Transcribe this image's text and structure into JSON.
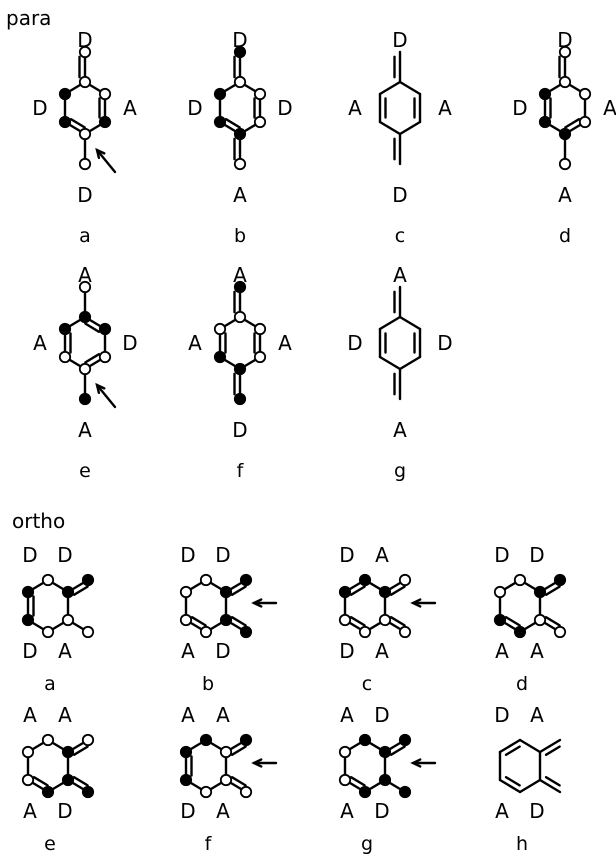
{
  "sections": {
    "para": {
      "title": "para",
      "molecules": [
        {
          "id": "a",
          "caption": "a",
          "top": "D",
          "left": "D",
          "right": "A",
          "bottom": "D",
          "arrow": "bottom-right",
          "style": "dots",
          "atoms": [
            "open",
            "open",
            "filled",
            "open",
            "filled",
            "filled",
            "open",
            "open"
          ],
          "double_bonds": [
            [
              6,
              0
            ],
            [
              1,
              2
            ],
            [
              3,
              4
            ]
          ]
        },
        {
          "id": "b",
          "caption": "b",
          "top": "D",
          "left": "D",
          "right": "D",
          "bottom": "A",
          "style": "dots",
          "atoms": [
            "open",
            "open",
            "open",
            "filled",
            "filled",
            "filled",
            "filled",
            "open"
          ],
          "double_bonds": [
            [
              6,
              0
            ],
            [
              1,
              2
            ],
            [
              3,
              4
            ],
            [
              7,
              3
            ]
          ]
        },
        {
          "id": "c",
          "caption": "c",
          "top": "D",
          "left": "A",
          "right": "A",
          "bottom": "D",
          "style": "plain",
          "double_bonds": [
            [
              6,
              0
            ],
            [
              1,
              2
            ],
            [
              4,
              5
            ],
            [
              3,
              7
            ]
          ]
        },
        {
          "id": "d",
          "caption": "d",
          "top": "D",
          "left": "D",
          "right": "A",
          "bottom": "A",
          "style": "dots",
          "atoms": [
            "open",
            "open",
            "open",
            "filled",
            "filled",
            "filled",
            "open",
            "open"
          ],
          "double_bonds": [
            [
              6,
              0
            ],
            [
              2,
              3
            ],
            [
              4,
              5
            ]
          ]
        },
        {
          "id": "e",
          "caption": "e",
          "top": "A",
          "left": "A",
          "right": "D",
          "bottom": "A",
          "arrow": "bottom-right",
          "style": "dots",
          "atoms": [
            "filled",
            "filled",
            "open",
            "open",
            "open",
            "filled",
            "open",
            "filled"
          ],
          "double_bonds": [
            [
              0,
              1
            ],
            [
              2,
              3
            ],
            [
              4,
              5
            ]
          ]
        },
        {
          "id": "f",
          "caption": "f",
          "top": "A",
          "left": "A",
          "right": "A",
          "bottom": "D",
          "style": "dots",
          "atoms": [
            "open",
            "open",
            "open",
            "filled",
            "filled",
            "open",
            "filled",
            "filled"
          ],
          "double_bonds": [
            [
              6,
              0
            ],
            [
              1,
              2
            ],
            [
              4,
              5
            ],
            [
              7,
              3
            ]
          ]
        },
        {
          "id": "g",
          "caption": "g",
          "top": "A",
          "left": "D",
          "right": "D",
          "bottom": "A",
          "style": "plain",
          "double_bonds": [
            [
              6,
              0
            ],
            [
              1,
              2
            ],
            [
              4,
              5
            ],
            [
              3,
              7
            ]
          ]
        }
      ]
    },
    "ortho": {
      "title": "ortho",
      "molecules": [
        {
          "id": "a",
          "caption": "a",
          "top_left": "D",
          "top_right": "D",
          "bottom_left": "D",
          "bottom_right": "A",
          "style": "dots",
          "atoms": [
            "open",
            "filled",
            "open",
            "open",
            "filled",
            "filled",
            "filled",
            "open"
          ],
          "double_bonds": [
            [
              1,
              6
            ],
            [
              4,
              5
            ]
          ]
        },
        {
          "id": "b",
          "caption": "b",
          "top_left": "D",
          "top_right": "D",
          "bottom_left": "A",
          "bottom_right": "D",
          "arrow": "right",
          "style": "dots",
          "atoms": [
            "open",
            "filled",
            "filled",
            "open",
            "open",
            "open",
            "filled",
            "filled"
          ],
          "double_bonds": [
            [
              1,
              6
            ],
            [
              2,
              7
            ],
            [
              3,
              4
            ]
          ]
        },
        {
          "id": "c",
          "caption": "c",
          "top_left": "D",
          "top_right": "A",
          "bottom_left": "D",
          "bottom_right": "A",
          "arrow": "right",
          "style": "dots",
          "atoms": [
            "filled",
            "filled",
            "open",
            "open",
            "open",
            "filled",
            "open",
            "open"
          ],
          "double_bonds": [
            [
              1,
              6
            ],
            [
              2,
              7
            ],
            [
              3,
              4
            ],
            [
              5,
              0
            ]
          ]
        },
        {
          "id": "d",
          "caption": "d",
          "top_left": "D",
          "top_right": "D",
          "bottom_left": "A",
          "bottom_right": "A",
          "style": "dots",
          "atoms": [
            "open",
            "filled",
            "open",
            "filled",
            "filled",
            "open",
            "filled",
            "open"
          ],
          "double_bonds": [
            [
              1,
              6
            ],
            [
              2,
              7
            ],
            [
              3,
              4
            ]
          ]
        },
        {
          "id": "e",
          "caption": "e",
          "top_left": "A",
          "top_right": "A",
          "bottom_left": "A",
          "bottom_right": "D",
          "style": "dots",
          "atoms": [
            "open",
            "filled",
            "filled",
            "filled",
            "open",
            "open",
            "open",
            "filled"
          ],
          "double_bonds": [
            [
              1,
              6
            ],
            [
              2,
              7
            ],
            [
              3,
              4
            ]
          ]
        },
        {
          "id": "f",
          "caption": "f",
          "top_left": "A",
          "top_right": "A",
          "bottom_left": "D",
          "bottom_right": "A",
          "arrow": "right",
          "style": "dots",
          "atoms": [
            "filled",
            "open",
            "open",
            "open",
            "filled",
            "filled",
            "filled",
            "open"
          ],
          "double_bonds": [
            [
              1,
              6
            ],
            [
              2,
              7
            ],
            [
              4,
              5
            ]
          ]
        },
        {
          "id": "g",
          "caption": "g",
          "top_left": "A",
          "top_right": "D",
          "bottom_left": "A",
          "bottom_right": "D",
          "arrow": "right",
          "style": "dots",
          "atoms": [
            "filled",
            "filled",
            "filled",
            "filled",
            "open",
            "open",
            "filled",
            "filled"
          ],
          "double_bonds": [
            [
              1,
              6
            ],
            [
              3,
              4
            ]
          ]
        },
        {
          "id": "h",
          "caption": "h",
          "top_left": "D",
          "top_right": "A",
          "bottom_left": "A",
          "bottom_right": "D",
          "style": "plain",
          "double_bonds": [
            [
              1,
              6
            ],
            [
              2,
              7
            ],
            [
              3,
              4
            ],
            [
              5,
              0
            ]
          ]
        }
      ]
    }
  }
}
